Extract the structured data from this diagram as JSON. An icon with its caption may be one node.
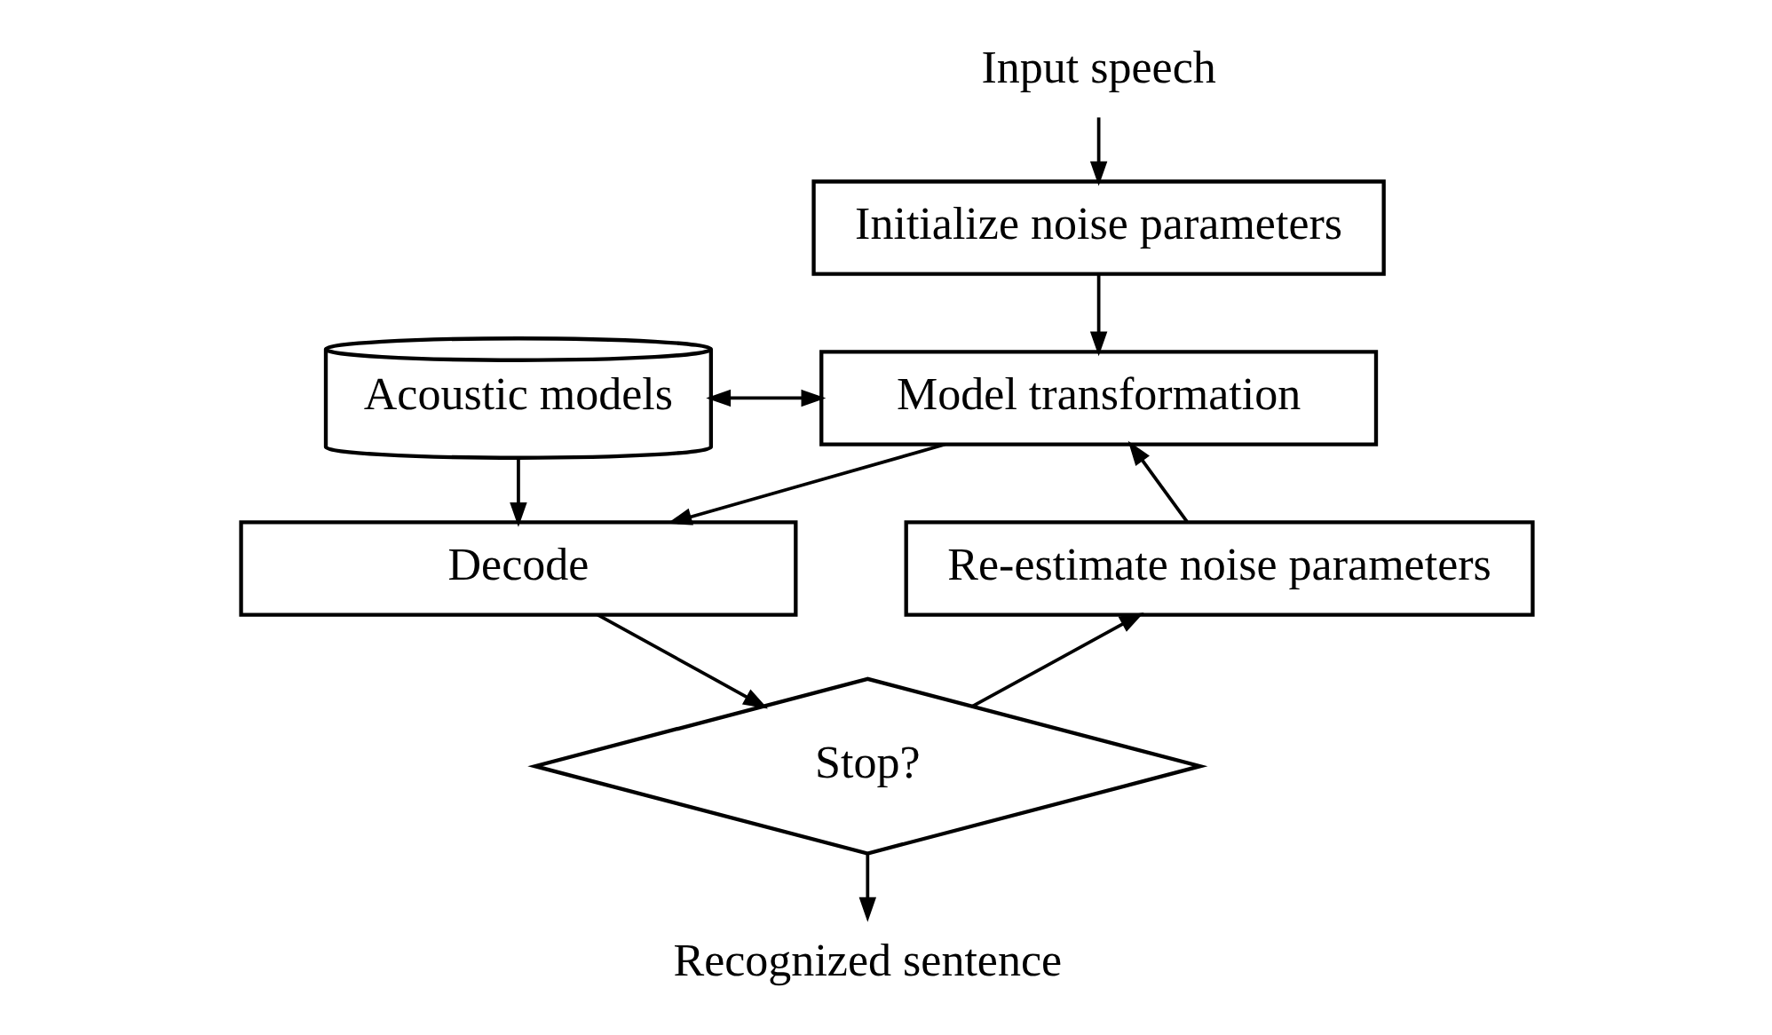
{
  "diagram": {
    "nodes": [
      {
        "text": [
          "Input speech"
        ]
      },
      {
        "text": [
          "Initialize noise parameters"
        ]
      },
      {
        "text": [
          "Model transformation"
        ]
      },
      {
        "text": [
          "Acoustic models"
        ]
      },
      {
        "text": [
          "Decode"
        ]
      },
      {
        "text": [
          "Stop?"
        ]
      },
      {
        "text": [
          "Re-estimate noise parameters"
        ]
      },
      {
        "text": [
          "Recognized sentence"
        ]
      }
    ],
    "edges": [
      {
        "from": 0,
        "to": 1,
        "arrow": "to"
      },
      {
        "from": 1,
        "to": 2,
        "arrow": "to"
      },
      {
        "from": 3,
        "to": 2,
        "arrow": "both"
      },
      {
        "from": 3,
        "to": 4,
        "arrow": "to"
      },
      {
        "from": 2,
        "to": 4,
        "arrow": "to"
      },
      {
        "from": 4,
        "to": 5,
        "arrow": "to"
      },
      {
        "from": 5,
        "to": 6,
        "arrow": "to"
      },
      {
        "from": 6,
        "to": 2,
        "arrow": "to"
      },
      {
        "from": 5,
        "to": 7,
        "arrow": "to"
      }
    ]
  }
}
